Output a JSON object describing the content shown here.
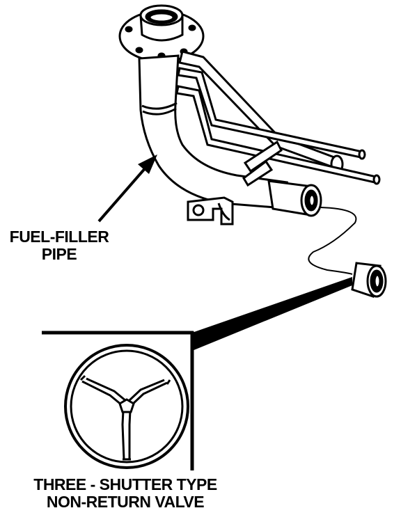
{
  "labels": {
    "fuel_filler_pipe": [
      "FUEL-FILLER",
      "PIPE"
    ],
    "non_return_valve": [
      "THREE - SHUTTER TYPE",
      "NON-RETURN VALVE"
    ]
  },
  "colors": {
    "ink": "#000000",
    "paper": "#ffffff"
  }
}
